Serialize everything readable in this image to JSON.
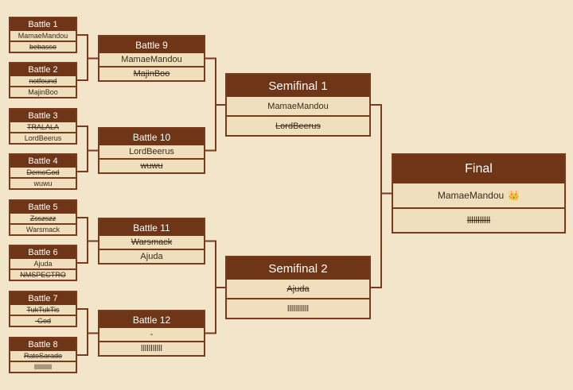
{
  "colors": {
    "background": "#f2e5ca",
    "header": "#6e3516",
    "border": "#7a3a1c",
    "slot": "#f0dfbd"
  },
  "matches": [
    {
      "id": "b1",
      "title": "Battle 1",
      "players": [
        {
          "name": "MamaeMandou",
          "loser": false
        },
        {
          "name": "bebasso",
          "loser": true
        }
      ]
    },
    {
      "id": "b2",
      "title": "Battle 2",
      "players": [
        {
          "name": "notfound",
          "loser": true
        },
        {
          "name": "MajinBoo",
          "loser": false
        }
      ]
    },
    {
      "id": "b3",
      "title": "Battle 3",
      "players": [
        {
          "name": "TRALALA",
          "loser": true
        },
        {
          "name": "LordBeerus",
          "loser": false
        }
      ]
    },
    {
      "id": "b4",
      "title": "Battle 4",
      "players": [
        {
          "name": "DemoGod",
          "loser": true
        },
        {
          "name": "wuwu",
          "loser": false
        }
      ]
    },
    {
      "id": "b5",
      "title": "Battle 5",
      "players": [
        {
          "name": "Zsszszz",
          "loser": true
        },
        {
          "name": "Warsmack",
          "loser": false
        }
      ]
    },
    {
      "id": "b6",
      "title": "Battle 6",
      "players": [
        {
          "name": "Ajuda",
          "loser": false
        },
        {
          "name": "NMSPECTRO",
          "loser": true
        }
      ]
    },
    {
      "id": "b7",
      "title": "Battle 7",
      "players": [
        {
          "name": "TukTukTis",
          "loser": true
        },
        {
          "name": "-God",
          "loser": true
        }
      ]
    },
    {
      "id": "b8",
      "title": "Battle 8",
      "players": [
        {
          "name": "RatoSarado",
          "loser": true
        },
        {
          "name": "lllllllllll",
          "loser": false
        }
      ]
    },
    {
      "id": "b9",
      "title": "Battle 9",
      "players": [
        {
          "name": "MamaeMandou",
          "loser": false
        },
        {
          "name": "MajinBoo",
          "loser": true
        }
      ]
    },
    {
      "id": "b10",
      "title": "Battle 10",
      "players": [
        {
          "name": "LordBeerus",
          "loser": false
        },
        {
          "name": "wuwu",
          "loser": true
        }
      ]
    },
    {
      "id": "b11",
      "title": "Battle 11",
      "players": [
        {
          "name": "Warsmack",
          "loser": true
        },
        {
          "name": "Ajuda",
          "loser": false
        }
      ]
    },
    {
      "id": "b12",
      "title": "Battle 12",
      "players": [
        {
          "name": "-",
          "loser": false
        },
        {
          "name": "lllllllllll",
          "loser": false
        }
      ]
    },
    {
      "id": "sf1",
      "title": "Semifinal 1",
      "players": [
        {
          "name": "MamaeMandou",
          "loser": false
        },
        {
          "name": "LordBeerus",
          "loser": true
        }
      ]
    },
    {
      "id": "sf2",
      "title": "Semifinal 2",
      "players": [
        {
          "name": "Ajuda",
          "loser": true
        },
        {
          "name": "lllllllllll",
          "loser": false
        }
      ]
    },
    {
      "id": "final",
      "title": "Final",
      "players": [
        {
          "name": "MamaeMandou",
          "loser": false,
          "crown": "👑"
        },
        {
          "name": "lllllllllll",
          "loser": true
        }
      ]
    }
  ]
}
